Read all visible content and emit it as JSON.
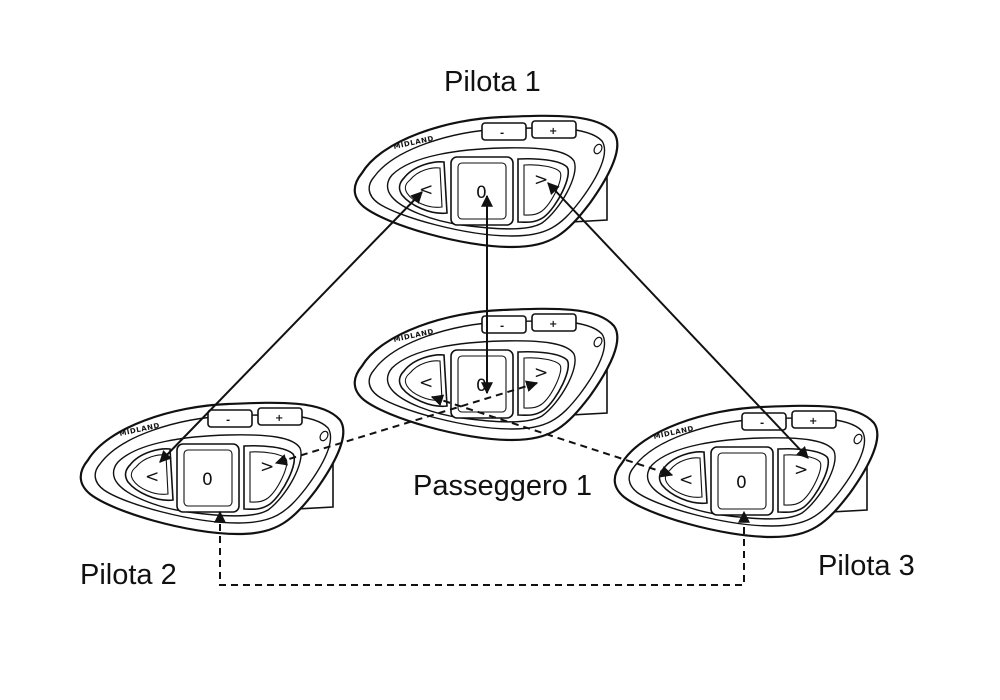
{
  "devices": [
    {
      "id": "p1",
      "label": "Pilota 1",
      "brand": "MIDLAND",
      "symbols": {
        "left": "<",
        "center": "0",
        "right": ">",
        "minus": "-",
        "plus": "+"
      }
    },
    {
      "id": "pass",
      "label": "Passeggero 1",
      "brand": "MIDLAND",
      "symbols": {
        "left": "<",
        "center": "0",
        "right": ">",
        "minus": "-",
        "plus": "+"
      }
    },
    {
      "id": "p2",
      "label": "Pilota 2",
      "brand": "MIDLAND",
      "symbols": {
        "left": "<",
        "center": "0",
        "right": ">",
        "minus": "-",
        "plus": "+"
      }
    },
    {
      "id": "p3",
      "label": "Pilota 3",
      "brand": "MIDLAND",
      "symbols": {
        "left": "<",
        "center": "0",
        "right": ">",
        "minus": "-",
        "plus": "+"
      }
    }
  ],
  "connections": [
    {
      "from": "p1.left",
      "to": "p2.left",
      "style": "solid"
    },
    {
      "from": "p1.center",
      "to": "pass.center",
      "style": "solid"
    },
    {
      "from": "p1.right",
      "to": "p3.right",
      "style": "solid"
    },
    {
      "from": "pass.right",
      "to": "p2.right",
      "style": "dashed"
    },
    {
      "from": "pass.left",
      "to": "p3.left",
      "style": "dashed"
    },
    {
      "from": "p2.center",
      "to": "p3.center",
      "style": "dashed"
    }
  ]
}
